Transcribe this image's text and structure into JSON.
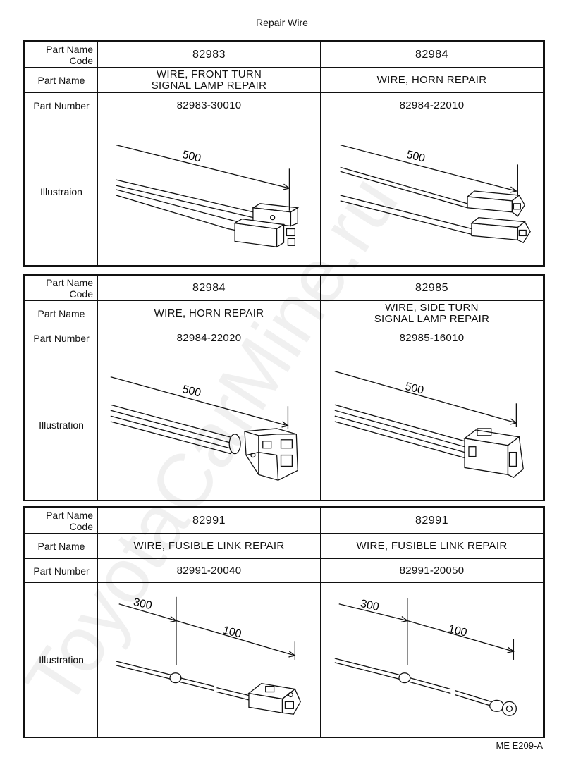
{
  "page_title": "Repair Wire",
  "doc_id": "ME E209-A",
  "watermark": "ToyotaCarMine.ru",
  "labels": {
    "code_l1": "Part Name",
    "code_l2": "Code",
    "part_name": "Part Name",
    "part_number": "Part Number"
  },
  "sections": [
    {
      "illustration_label": "Illustraion",
      "columns": [
        {
          "code": "82983",
          "name_lines": [
            "WIRE, FRONT TURN",
            "SIGNAL LAMP REPAIR"
          ],
          "number": "82983-30010",
          "dims": [
            "500"
          ]
        },
        {
          "code": "82984",
          "name_lines": [
            "WIRE, HORN REPAIR"
          ],
          "number": "82984-22010",
          "dims": [
            "500"
          ]
        }
      ]
    },
    {
      "illustration_label": "Illustration",
      "columns": [
        {
          "code": "82984",
          "name_lines": [
            "WIRE, HORN REPAIR"
          ],
          "number": "82984-22020",
          "dims": [
            "500"
          ]
        },
        {
          "code": "82985",
          "name_lines": [
            "WIRE, SIDE TURN",
            "SIGNAL LAMP REPAIR"
          ],
          "number": "82985-16010",
          "dims": [
            "500"
          ]
        }
      ]
    },
    {
      "illustration_label": "Illustration",
      "columns": [
        {
          "code": "82991",
          "name_lines": [
            "WIRE, FUSIBLE LINK REPAIR"
          ],
          "number": "82991-20040",
          "dims": [
            "300",
            "100"
          ]
        },
        {
          "code": "82991",
          "name_lines": [
            "WIRE, FUSIBLE LINK REPAIR"
          ],
          "number": "82991-20050",
          "dims": [
            "300",
            "100"
          ]
        }
      ]
    }
  ]
}
